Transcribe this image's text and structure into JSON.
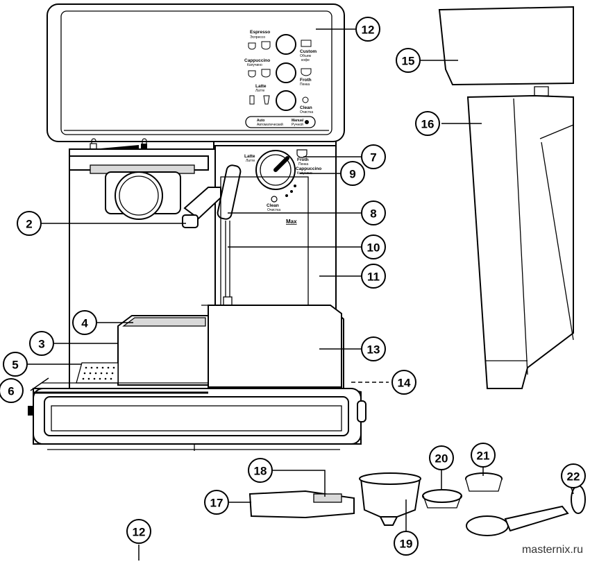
{
  "panel": {
    "espresso": "Espresso",
    "espresso_ru": "Эспрессо",
    "custom": "Custom",
    "custom_ru_1": "Объем",
    "custom_ru_2": "кофе",
    "cappuccino": "Cappuccino",
    "cappuccino_ru": "Капучино",
    "froth": "Froth",
    "froth_ru": "Пенка",
    "latte": "Latte",
    "latte_ru": "Латте",
    "clean": "Clean",
    "clean_ru": "Очистка",
    "auto": "Auto",
    "auto_ru": "Автоматический",
    "manual": "Manual",
    "manual_ru": "Ручной"
  },
  "dial": {
    "latte": "Latte",
    "latte_ru": "Латте",
    "froth": "Froth",
    "froth_ru": "Пенка",
    "cappuccino": "Cappuccino",
    "cappuccino_ru": "Капучино",
    "clean": "Clean",
    "clean_ru": "Очистка"
  },
  "tank": {
    "max_label": "Max"
  },
  "callouts": [
    "12",
    "15",
    "16",
    "7",
    "9",
    "2",
    "8",
    "10",
    "11",
    "4",
    "3",
    "13",
    "5",
    "6",
    "14",
    "18",
    "17",
    "20",
    "21",
    "22",
    "19",
    "12"
  ],
  "watermark": "masternix.ru"
}
